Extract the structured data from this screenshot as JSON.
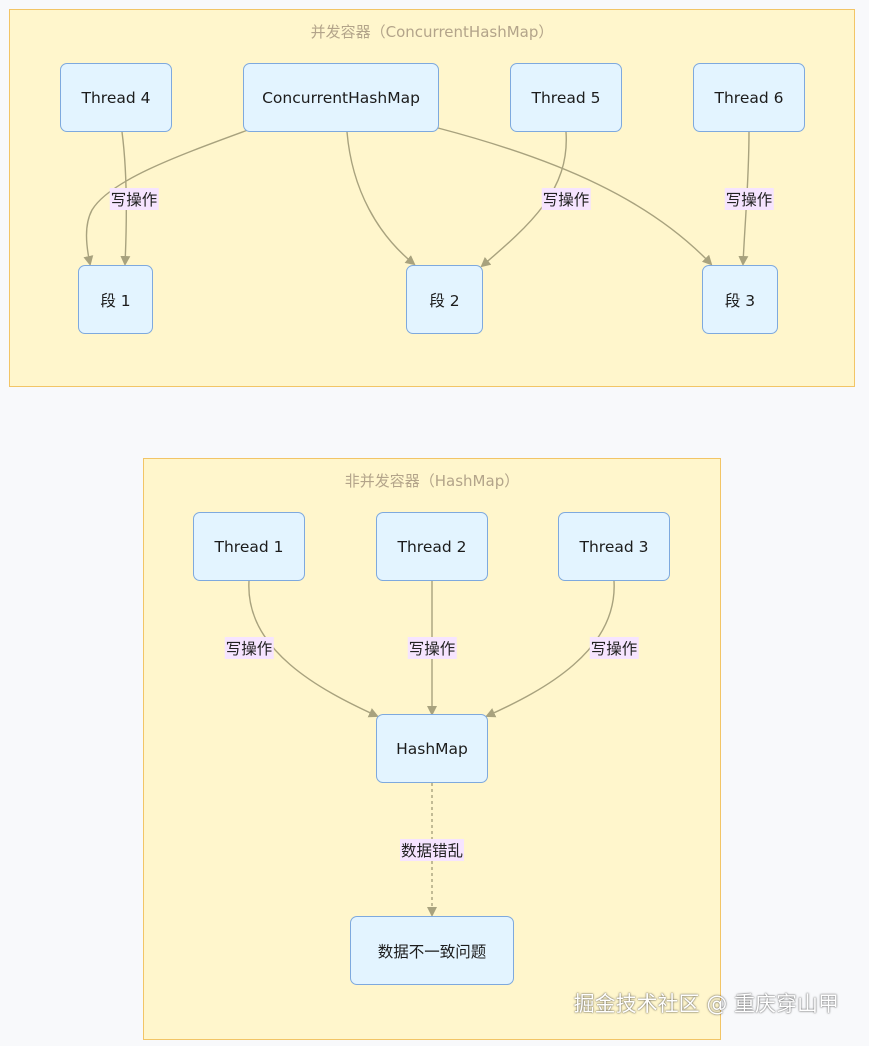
{
  "colors": {
    "background": "#f8f9fb",
    "cluster_fill": "#fff6cc",
    "cluster_border": "#f2c566",
    "node_fill": "#e3f4ff",
    "node_border": "#7ea9de",
    "edge": "#a8a27e",
    "edge_label_bg": "#f6e4ff"
  },
  "concurrent_group": {
    "title": "并发容器（ConcurrentHashMap）",
    "nodes": {
      "thread4": "Thread 4",
      "chm": "ConcurrentHashMap",
      "thread5": "Thread 5",
      "thread6": "Thread 6",
      "seg1": "段 1",
      "seg2": "段 2",
      "seg3": "段 3"
    },
    "edge_labels": {
      "thread4_write": "写操作",
      "thread5_write": "写操作",
      "thread6_write": "写操作"
    }
  },
  "hashmap_group": {
    "title": "非并发容器（HashMap）",
    "nodes": {
      "thread1": "Thread 1",
      "thread2": "Thread 2",
      "thread3": "Thread 3",
      "hashmap": "HashMap",
      "inconsistent": "数据不一致问题"
    },
    "edge_labels": {
      "thread1_write": "写操作",
      "thread2_write": "写操作",
      "thread3_write": "写操作",
      "data_chaos": "数据错乱"
    }
  },
  "watermark": "掘金技术社区 @ 重庆穿山甲"
}
